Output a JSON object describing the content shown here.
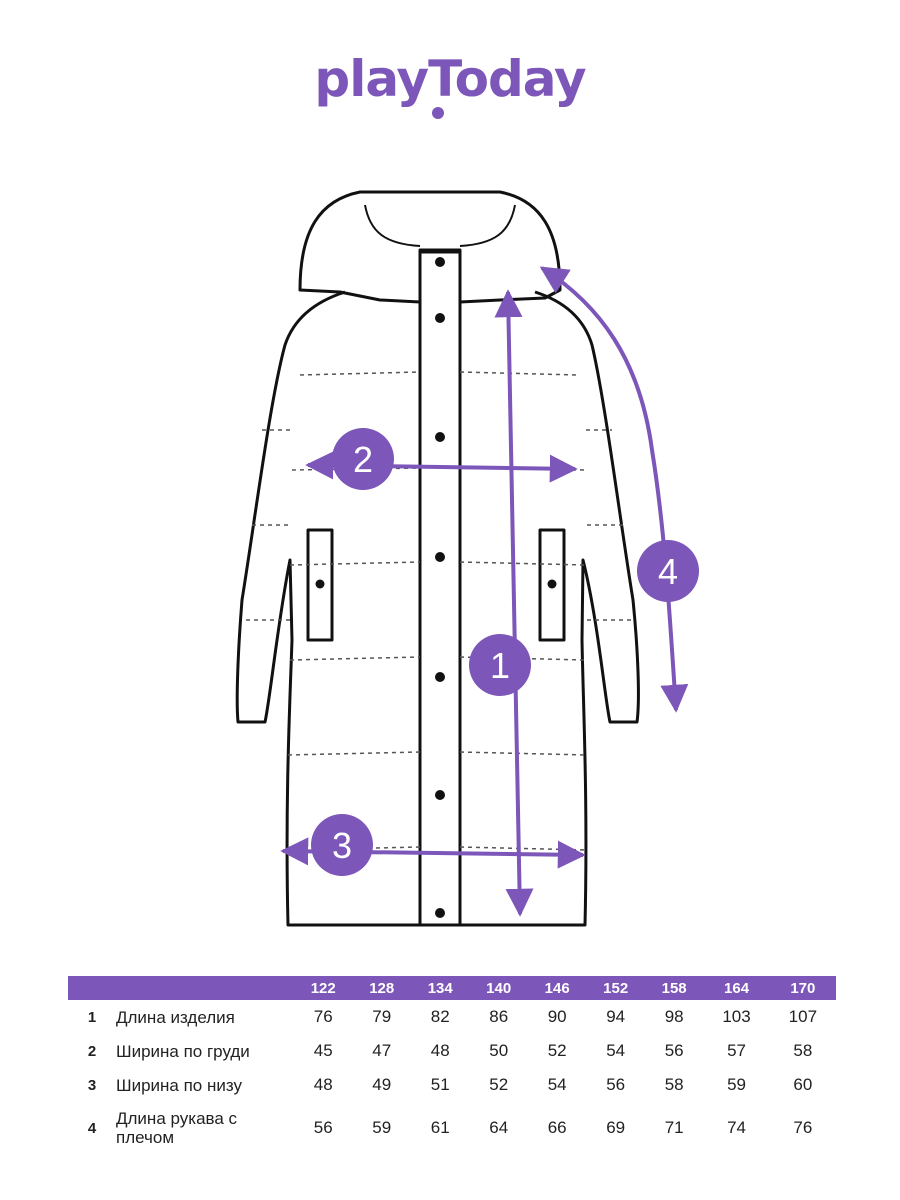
{
  "brand": {
    "logo_text": "playToday",
    "color": "#7c56b8"
  },
  "markers": [
    "1",
    "2",
    "3",
    "4"
  ],
  "size_table": {
    "sizes": [
      "122",
      "128",
      "134",
      "140",
      "146",
      "152",
      "158",
      "164",
      "170"
    ],
    "rows": [
      {
        "num": "1",
        "label": "Длина изделия",
        "values": [
          "76",
          "79",
          "82",
          "86",
          "90",
          "94",
          "98",
          "103",
          "107"
        ]
      },
      {
        "num": "2",
        "label": "Ширина по груди",
        "values": [
          "45",
          "47",
          "48",
          "50",
          "52",
          "54",
          "56",
          "57",
          "58"
        ]
      },
      {
        "num": "3",
        "label": "Ширина по низу",
        "values": [
          "48",
          "49",
          "51",
          "52",
          "54",
          "56",
          "58",
          "59",
          "60"
        ]
      },
      {
        "num": "4",
        "label": "Длина рукава с плечом",
        "values": [
          "56",
          "59",
          "61",
          "64",
          "66",
          "69",
          "71",
          "74",
          "76"
        ]
      }
    ]
  }
}
